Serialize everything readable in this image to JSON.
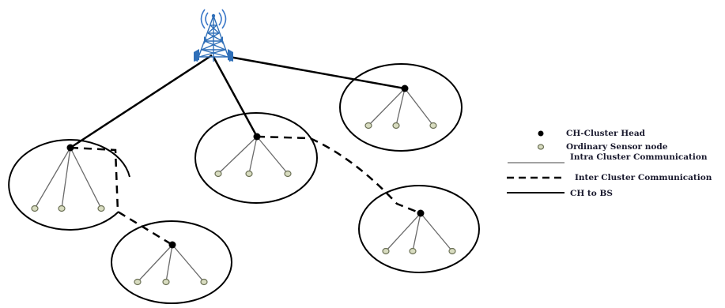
{
  "diagram": {
    "base_station": {
      "icon": "cell-tower-icon",
      "colors": {
        "tower": "#2f6fb8",
        "waves": "#3b78c8"
      }
    },
    "colors": {
      "line": "#111111",
      "ordinary_node_fill": "#d8dcc0",
      "ordinary_node_stroke": "#6b7055",
      "cluster_head": "#000000"
    }
  },
  "legend": {
    "ch_label": "CH-Cluster Head",
    "ordinary_label": "Ordinary Sensor node",
    "intra_label": "Intra Cluster Communication",
    "inter_label": "Inter Cluster Communication",
    "ch_bs_label": "CH to BS"
  }
}
